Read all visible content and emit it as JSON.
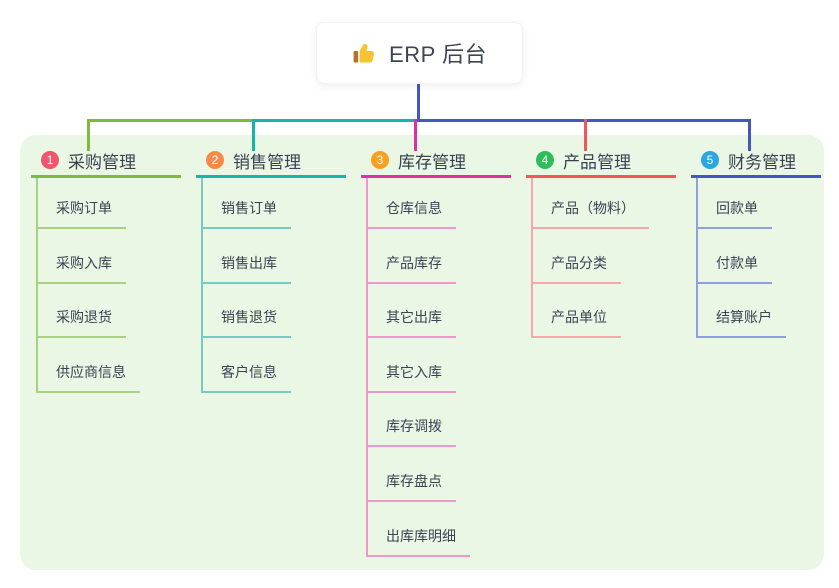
{
  "root": {
    "label": "ERP 后台",
    "icon": "thumbs-up"
  },
  "branches": [
    {
      "badge": "1",
      "label": "采购管理",
      "line_color": "#7eba3d",
      "child_line_color": "#a9d184",
      "badge_color": "#f1556c",
      "children": [
        "采购订单",
        "采购入库",
        "采购退货",
        "供应商信息"
      ]
    },
    {
      "badge": "2",
      "label": "销售管理",
      "line_color": "#17b5a5",
      "child_line_color": "#74cbc0",
      "badge_color": "#fb8a4a",
      "children": [
        "销售订单",
        "销售出库",
        "销售退货",
        "客户信息"
      ]
    },
    {
      "badge": "3",
      "label": "库存管理",
      "line_color": "#dc31a5",
      "child_line_color": "#f295cb",
      "badge_color": "#f9a01f",
      "children": [
        "仓库信息",
        "产品库存",
        "其它出库",
        "其它入库",
        "库存调拨",
        "库存盘点",
        "出库库明细"
      ]
    },
    {
      "badge": "4",
      "label": "产品管理",
      "line_color": "#f2565c",
      "child_line_color": "#f7a6aa",
      "badge_color": "#2fbd5c",
      "children": [
        "产品（物料）",
        "产品分类",
        "产品单位"
      ]
    },
    {
      "badge": "5",
      "label": "财务管理",
      "line_color": "#4556c0",
      "child_line_color": "#8ea0e0",
      "badge_color": "#2aa7e0",
      "children": [
        "回款单",
        "付款单",
        "结算账户"
      ]
    }
  ],
  "colors": {
    "panel_bg": "#eaf7e5",
    "root_connector": "#4556c0",
    "text": "#3a4150"
  }
}
